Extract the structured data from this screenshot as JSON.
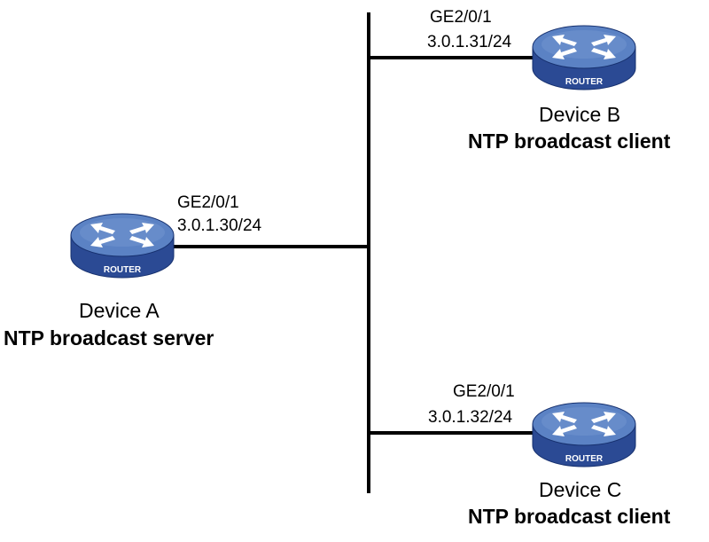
{
  "colors": {
    "router_top": "#5b82c4",
    "router_side": "#2b4a94",
    "router_rim": "#16306e",
    "link": "#000000",
    "label": "#000000"
  },
  "icons": {
    "router": "router-icon"
  },
  "devices": {
    "a": {
      "name": "Device A",
      "role": "NTP broadcast server",
      "iface": "GE2/0/1",
      "ip": "3.0.1.30/24",
      "icon_label": "ROUTER"
    },
    "b": {
      "name": "Device B",
      "role": "NTP broadcast client",
      "iface": "GE2/0/1",
      "ip": "3.0.1.31/24",
      "icon_label": "ROUTER"
    },
    "c": {
      "name": "Device C",
      "role": "NTP broadcast client",
      "iface": "GE2/0/1",
      "ip": "3.0.1.32/24",
      "icon_label": "ROUTER"
    }
  }
}
